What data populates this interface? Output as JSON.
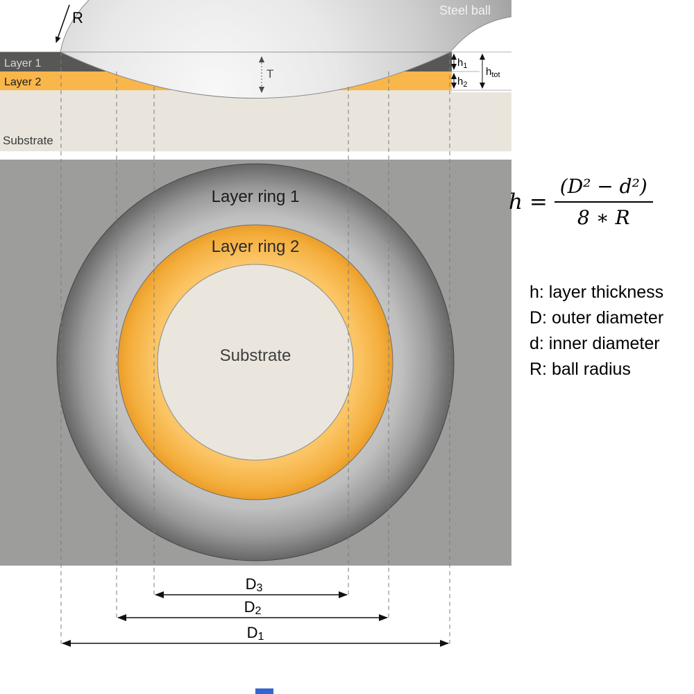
{
  "cross_section": {
    "steel_ball_label": "Steel ball",
    "radius_label": "R",
    "layer1_label": "Layer 1",
    "layer2_label": "Layer 2",
    "substrate_label": "Substrate",
    "depth_label": "T",
    "h1": {
      "main": "h",
      "sub": "1"
    },
    "h2": {
      "main": "h",
      "sub": "2"
    },
    "htot": {
      "main": "h",
      "sub": "tot"
    }
  },
  "top_view": {
    "ring1_label": "Layer ring 1",
    "ring2_label": "Layer ring 2",
    "substrate_label": "Substrate"
  },
  "dimension_lines": {
    "d3": {
      "main": "D",
      "sub": "3"
    },
    "d2": {
      "main": "D",
      "sub": "2"
    },
    "d1": {
      "main": "D",
      "sub": "1"
    }
  },
  "formula": {
    "lhs": "h =",
    "numerator": "(D² − d²)",
    "denominator": "8 ∗ R"
  },
  "legend": {
    "line1": "h: layer thickness",
    "line2": "D: outer diameter",
    "line3": "d: inner diameter",
    "line4": "R: ball radius"
  },
  "colors": {
    "layer1_gray": "#575756",
    "layer2_orange": "#f9b64a",
    "substrate_beige": "#e9e5dc",
    "background_gray": "#9d9d9c",
    "blue_mark": "#3465d0"
  }
}
